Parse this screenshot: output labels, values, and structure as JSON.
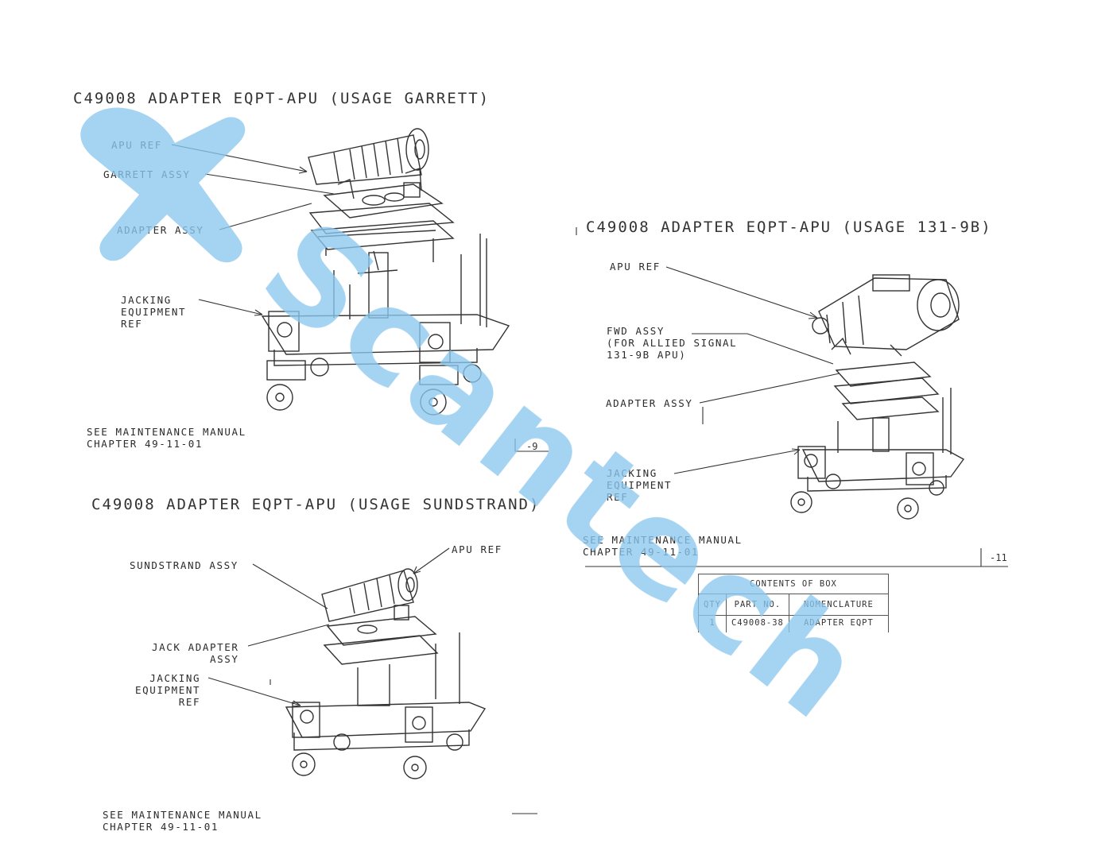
{
  "sections": {
    "garrett": {
      "title": "C49008 ADAPTER EQPT-APU (USAGE GARRETT)",
      "labels": {
        "apu_ref": "APU REF",
        "garrett_assy": "GARRETT ASSY",
        "adapter_assy": "ADAPTER ASSY",
        "jacking": "JACKING\nEQUIPMENT\nREF"
      },
      "note": "SEE MAINTENANCE MANUAL\nCHAPTER 49-11-01",
      "page_marker": "-9"
    },
    "sundstrand": {
      "title": "C49008 ADAPTER EQPT-APU (USAGE SUNDSTRAND)",
      "labels": {
        "apu_ref": "APU REF",
        "sundstrand_assy": "SUNDSTRAND ASSY",
        "jack_adapter": "JACK ADAPTER\n        ASSY",
        "jacking": "JACKING\nEQUIPMENT\n      REF"
      },
      "note": "SEE MAINTENANCE MANUAL\nCHAPTER 49-11-01"
    },
    "allied": {
      "title": "C49008 ADAPTER EQPT-APU (USAGE 131-9B)",
      "labels": {
        "apu_ref": "APU REF",
        "fwd_assy": "FWD ASSY\n(FOR ALLIED SIGNAL\n131-9B APU)",
        "adapter_assy": "ADAPTER ASSY",
        "jacking": "JACKING\nEQUIPMENT\nREF"
      },
      "note": "SEE MAINTENANCE MANUAL\nCHAPTER 49-11-01",
      "page_marker": "-11"
    }
  },
  "contents_box": {
    "caption": "CONTENTS OF BOX",
    "headers": [
      "QTY",
      "PART NO.",
      "NOMENCLATURE"
    ],
    "rows": [
      [
        "1",
        "C49008-38",
        "ADAPTER EQPT"
      ]
    ]
  },
  "watermark": {
    "text": "Scantech",
    "color": "#8cc8ee"
  }
}
